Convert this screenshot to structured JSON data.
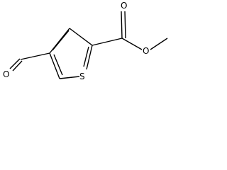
{
  "diagram": {
    "atoms": {
      "ring_sulfur": "S",
      "aldehyde_oxygen": "O",
      "carbonyl_oxygen": "O",
      "ester_oxygen": "O"
    },
    "colors": {
      "bond": "#000000",
      "label": "#000000",
      "background": "#ffffff"
    }
  }
}
